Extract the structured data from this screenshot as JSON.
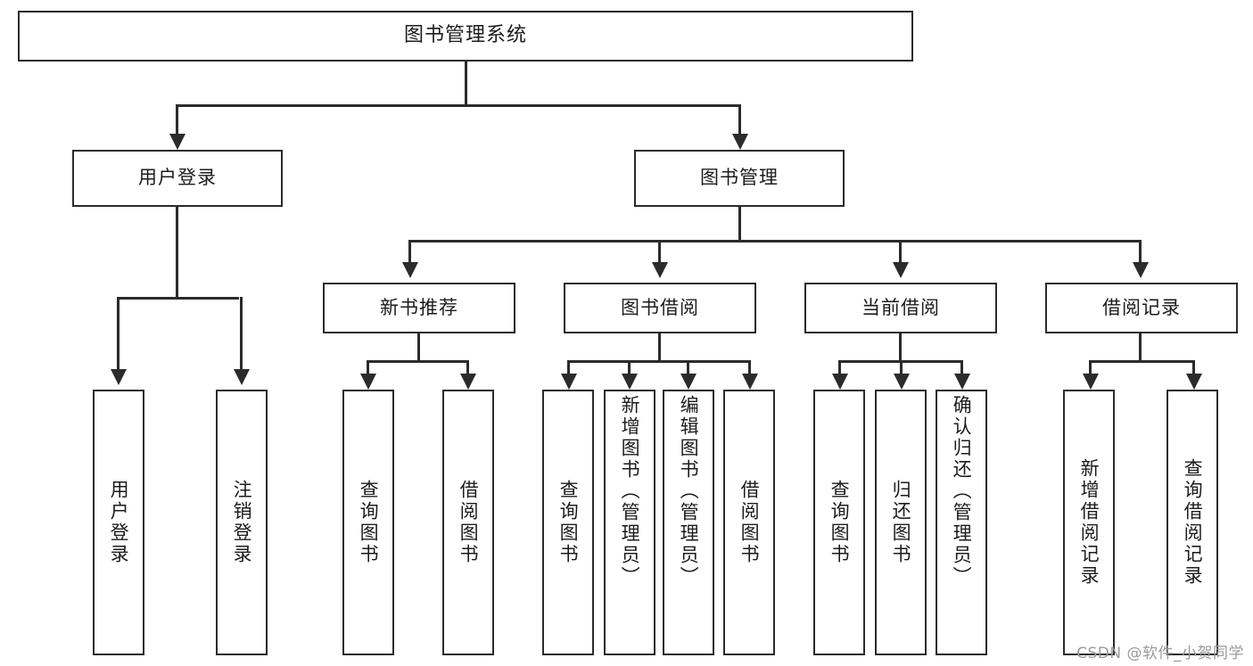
{
  "diagram": {
    "type": "tree-hierarchy-functional-decomposition",
    "root": {
      "label": "图书管理系统"
    },
    "level1": [
      {
        "label": "用户登录"
      },
      {
        "label": "图书管理"
      }
    ],
    "level2": [
      {
        "label": "新书推荐"
      },
      {
        "label": "图书借阅"
      },
      {
        "label": "当前借阅"
      },
      {
        "label": "借阅记录"
      }
    ],
    "leaves": {
      "user_login": [
        {
          "label": "用户登录"
        },
        {
          "label": "注销登录"
        }
      ],
      "new_book_recommend": [
        {
          "label": "查询图书"
        },
        {
          "label": "借阅图书"
        }
      ],
      "book_borrow": [
        {
          "label": "查询图书"
        },
        {
          "label": "新增图书（管理员）"
        },
        {
          "label": "编辑图书（管理员）"
        },
        {
          "label": "借阅图书"
        }
      ],
      "current_borrow": [
        {
          "label": "查询图书"
        },
        {
          "label": "归还图书"
        },
        {
          "label": "确认归还（管理员）"
        }
      ],
      "borrow_record": [
        {
          "label": "新增借阅记录"
        },
        {
          "label": "查询借阅记录"
        }
      ]
    }
  },
  "watermark": {
    "text": "CSDN @软件_小贺同学"
  },
  "colors": {
    "stroke": "#2b2b2b",
    "background": "#ffffff",
    "text": "#1c1c1c",
    "watermark": "#9a9a9a"
  }
}
